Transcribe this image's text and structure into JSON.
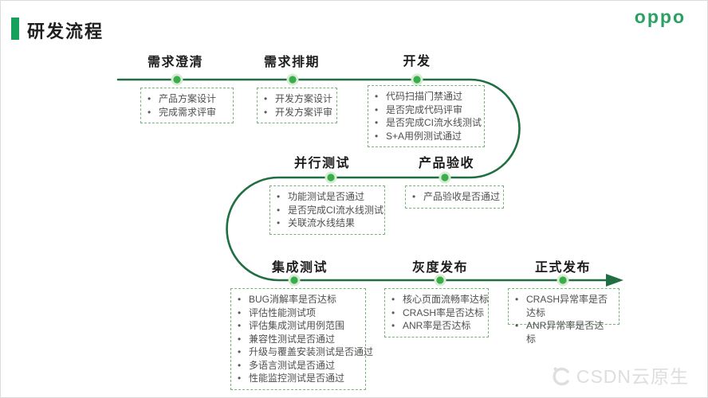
{
  "header": {
    "title": "研发流程",
    "logo_text": "oppo"
  },
  "stages": [
    {
      "label": "需求澄清",
      "items": [
        "产品方案设计",
        "完成需求评审"
      ]
    },
    {
      "label": "需求排期",
      "items": [
        "开发方案设计",
        "开发方案评审"
      ]
    },
    {
      "label": "开发",
      "items": [
        "代码扫描门禁通过",
        "是否完成代码评审",
        "是否完成CI流水线测试",
        "S+A用例测试通过"
      ]
    },
    {
      "label": "并行测试",
      "items": [
        "功能测试是否通过",
        "是否完成CI流水线测试",
        "关联流水线结果"
      ]
    },
    {
      "label": "产品验收",
      "items": [
        "产品验收是否通过"
      ]
    },
    {
      "label": "集成测试",
      "items": [
        "BUG消解率是否达标",
        "评估性能测试项",
        "评估集成测试用例范围",
        "兼容性测试是否通过",
        "升级与覆盖安装测试是否通过",
        "多语言测试是否通过",
        "性能监控测试是否通过"
      ]
    },
    {
      "label": "灰度发布",
      "items": [
        "核心页面流畅率达标",
        "CRASH率是否达标",
        "ANR率是否达标"
      ]
    },
    {
      "label": "正式发布",
      "items": [
        "CRASH异常率是否达标",
        "ANR异常率是否达标"
      ]
    }
  ],
  "watermark": {
    "text": "CSDN云原生",
    "icon": "csdn-logo-icon"
  },
  "colors": {
    "flow_line": "#206e41",
    "node_dot": "#38ad49",
    "node_halo": "#d7ecd3",
    "box_border": "#79b27a",
    "item_text": "#4f4f4f",
    "label_text": "#1c1c1c",
    "accent_bar": "#16a05d",
    "brand_green": "#2aa163",
    "watermark_gray": "#dedede"
  }
}
